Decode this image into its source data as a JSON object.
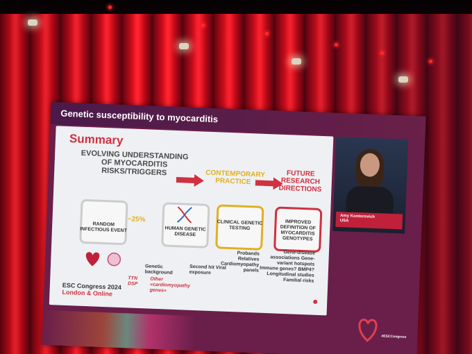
{
  "slide": {
    "header": "Genetic susceptibility to myocarditis",
    "summary_title": "Summary",
    "evolving": "EVOLVING UNDERSTANDING OF MYOCARDITIS RISKS/TRIGGERS",
    "contemporary": "CONTEMPORARY PRACTICE",
    "future": "FUTURE RESEARCH DIRECTIONS",
    "box_random": "RANDOM INFECTIOUS EVENT",
    "box_human": "HUMAN GENETIC DISEASE",
    "box_clinical": "CLINICAL GENETIC TESTING",
    "box_improved": "IMPROVED DEFINITION OF MYOCARDITIS GENOTYPES",
    "percent": "~25%",
    "genetic_background": "Genetic background",
    "ttn_dsp": "TTN DSP",
    "other_genes": "Other «cardiomyopathy genes»",
    "second_hit": "Second hit Viral exposure",
    "probands": "Probands Relatives Cardiomyopathy panels",
    "research_list": "Gene-disease associations Gene-variant hotspots Immune genes? BMP4? Longitudinal studies Familial risks",
    "congress": "ESC Congress 2024",
    "location": "London & Online"
  },
  "speaker": {
    "name": "Amy Kontorovich",
    "country": "USA"
  },
  "brand": {
    "congress_tag": "#ESCCongress"
  },
  "colors": {
    "accent_red": "#d03040",
    "accent_yellow": "#e0b020",
    "screen_purple": "#6a1e4a",
    "curtain_red": "#c0101e"
  }
}
